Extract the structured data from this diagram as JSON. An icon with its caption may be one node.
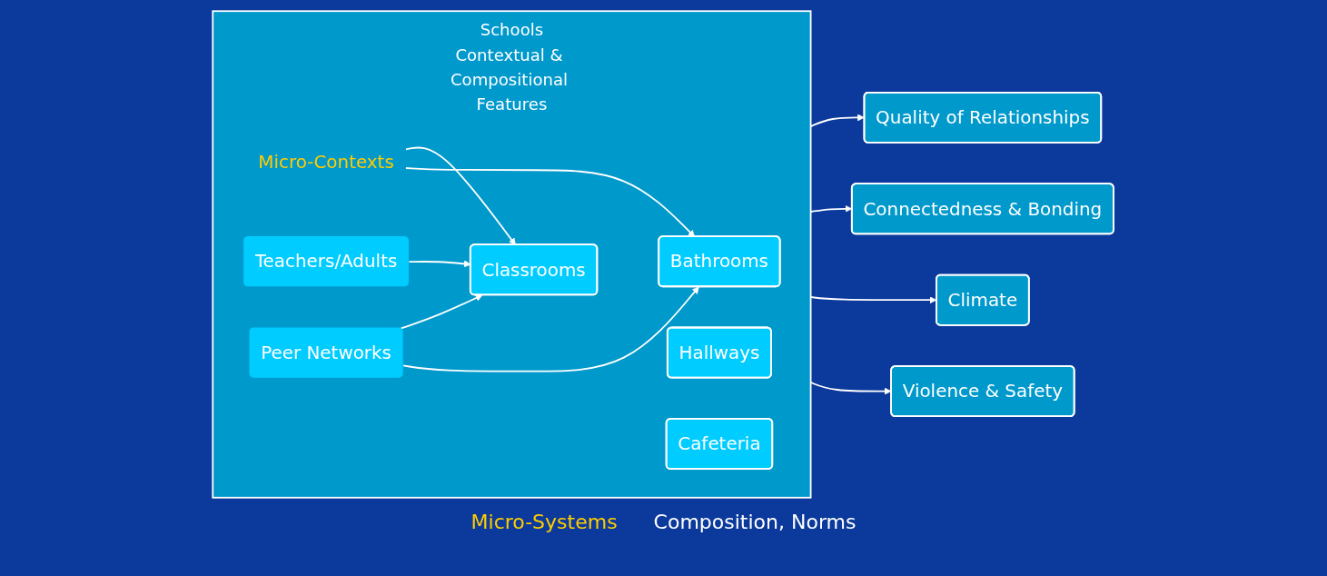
{
  "diagram": {
    "nodes": [
      {
        "text": [
          "Schools",
          "Contextual & Compositional Features"
        ]
      },
      {
        "text": [
          "Micro-Contexts"
        ],
        "in": 0
      },
      {
        "text": [
          "Classrooms"
        ],
        "in": 0
      },
      {
        "text": [
          "Hallways"
        ],
        "in": 0
      },
      {
        "text": [
          "Cafeteria"
        ],
        "in": 0
      },
      {
        "text": [
          "Bathrooms"
        ],
        "in": 0
      },
      {
        "text": [
          "Teachers/Adults"
        ],
        "in": 0
      },
      {
        "text": [
          "Peer Networks"
        ],
        "in": 0
      },
      {
        "text": [
          "Quality of Relationships"
        ]
      },
      {
        "text": [
          "Connectedness & Bonding"
        ]
      },
      {
        "text": [
          "Climate"
        ]
      },
      {
        "text": [
          "Violence & Safety"
        ]
      }
    ],
    "edges": [
      {
        "from": 1,
        "to": 2,
        "arrow": "to"
      },
      {
        "from": 1,
        "to": 5,
        "arrow": "to"
      },
      {
        "from": 6,
        "to": 2,
        "arrow": "to"
      },
      {
        "from": 7,
        "to": 2,
        "arrow": "to"
      },
      {
        "from": 7,
        "to": 5,
        "arrow": "to"
      },
      {
        "from": 0,
        "to": 8,
        "arrow": "to"
      },
      {
        "from": 0,
        "to": 9,
        "arrow": "to"
      },
      {
        "from": 0,
        "to": 10,
        "arrow": "to"
      },
      {
        "from": 0,
        "to": 11,
        "arrow": "to"
      }
    ],
    "labels": [
      "Micro-Systems",
      "Composition, Norms"
    ]
  }
}
